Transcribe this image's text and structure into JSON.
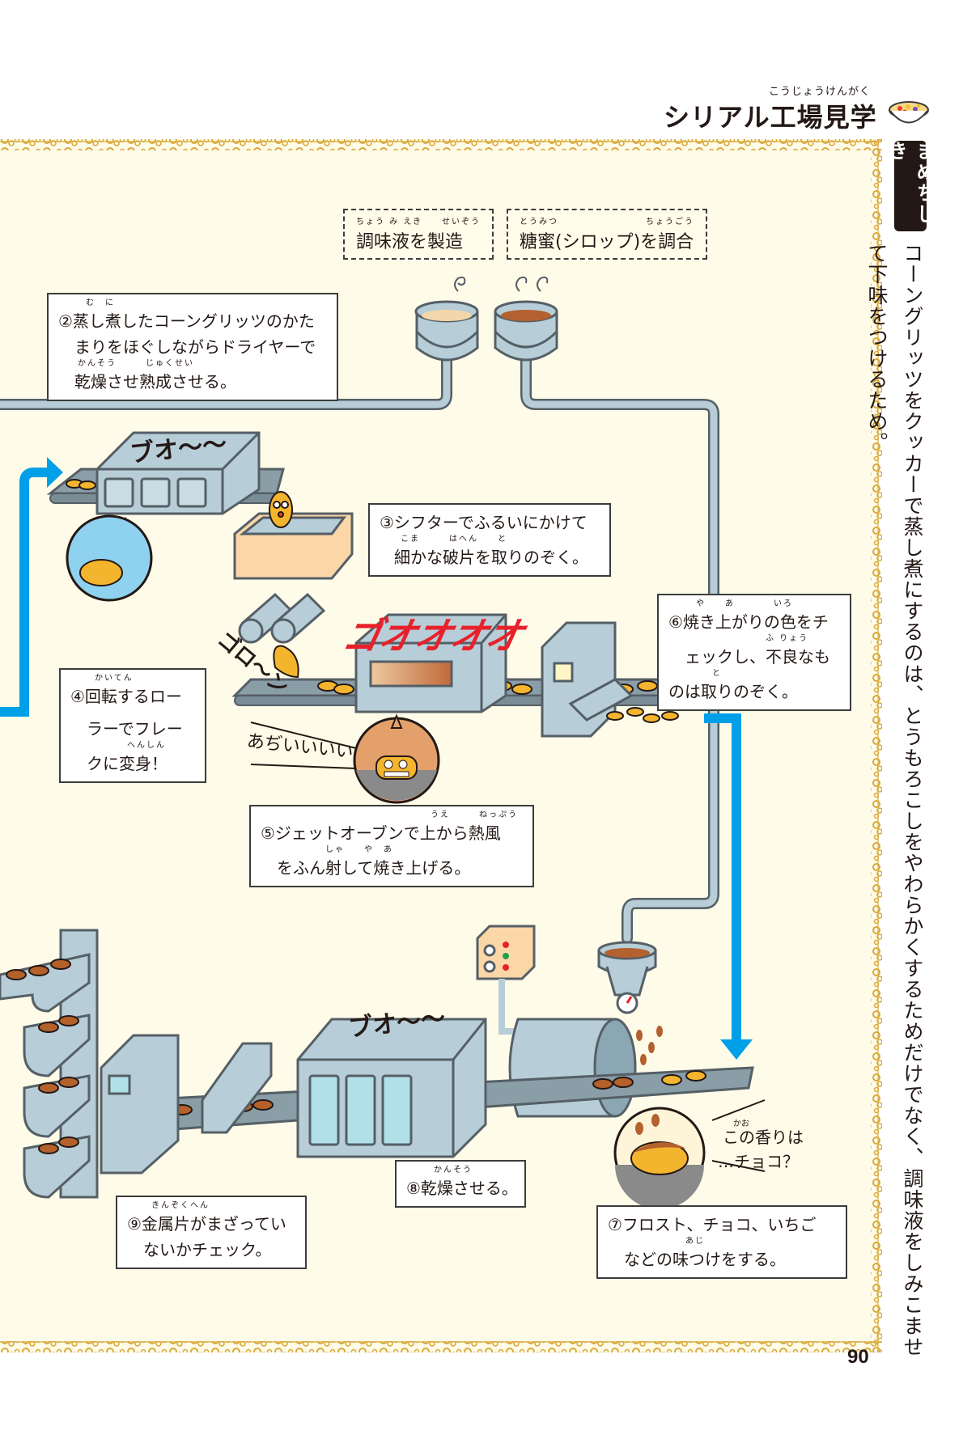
{
  "header": {
    "title": "シリアル工場見学",
    "title_ruby": "こうじょうけんがく",
    "icon": "cereal-bowl-icon"
  },
  "labels": {
    "seasoning": {
      "ruby": "ちょう み えき　　せいぞう",
      "text": "調味液を製造"
    },
    "syrup": {
      "ruby": "とうみつ　　　　　　　　　ちょうごう",
      "text": "糖蜜(シロップ)を調合"
    }
  },
  "steps": {
    "step2": {
      "lines": [
        "②蒸し煮したコーングリッツのかた",
        "まりをほぐしながらドライヤーで",
        "乾燥させ熟成させる。"
      ],
      "rubies": [
        "む　に",
        "",
        "かんそう　　　じゅくせい"
      ]
    },
    "step3": {
      "lines": [
        "③シフターでふるいにかけて",
        "細かな破片を取りのぞく。"
      ],
      "rubies": [
        "",
        "こま　　　はへん　　と"
      ]
    },
    "step4": {
      "lines": [
        "④回転するロー",
        "ラーでフレー",
        "クに変身！"
      ],
      "rubies": [
        "かいてん",
        "",
        "へんしん"
      ]
    },
    "step5": {
      "lines": [
        "⑤ジェットオーブンで上から熱風",
        "をふん射して焼き上げる。"
      ],
      "rubies": [
        "うえ　　　ねっぷう",
        "しゃ　　や　あ"
      ]
    },
    "step6": {
      "lines": [
        "⑥焼き上がりの色をチ",
        "ェックし、不良なも",
        "のは取りのぞく。"
      ],
      "rubies": [
        "や　　あ　　　　いろ",
        "ふ りょう",
        "と"
      ]
    },
    "step7": {
      "lines": [
        "⑦フロスト、チョコ、いちご",
        "などの味つけをする。"
      ],
      "rubies": [
        "",
        "あじ"
      ]
    },
    "step8": {
      "lines": [
        "⑧乾燥させる。"
      ],
      "rubies": [
        "かんそう"
      ]
    },
    "step9": {
      "lines": [
        "⑨金属片がまざってい",
        "ないかチェック。"
      ],
      "rubies": [
        "きんぞくへん",
        ""
      ]
    }
  },
  "sound_effects": {
    "dryer_top": "ブオ〜〜",
    "oven": "ゴオオオオ",
    "roller": "ゴロ〜ン",
    "dryer_bottom": "ブオ〜〜"
  },
  "speech": {
    "hot": "あぢいいいい",
    "smell_line1": "この香りは",
    "smell_ruby": "かお",
    "smell_line2": "…チョコ？"
  },
  "sidebar": {
    "badge": "まめちしき",
    "text": "コーングリッツをクッカーで蒸し煮にするのは、とうもろこしをやわらかくするためだけでなく、調味液をしみこませて下味をつけるため。"
  },
  "page_number": "90",
  "colors": {
    "panel_bg": "#fefbe8",
    "lace": "#d9a93a",
    "arrow": "#00a0e9",
    "machine": "#b7cdd8",
    "outline": "#555f66",
    "flake": "#f4b52e",
    "choco_flake": "#b4612b",
    "sfx_red": "#e8202a"
  }
}
